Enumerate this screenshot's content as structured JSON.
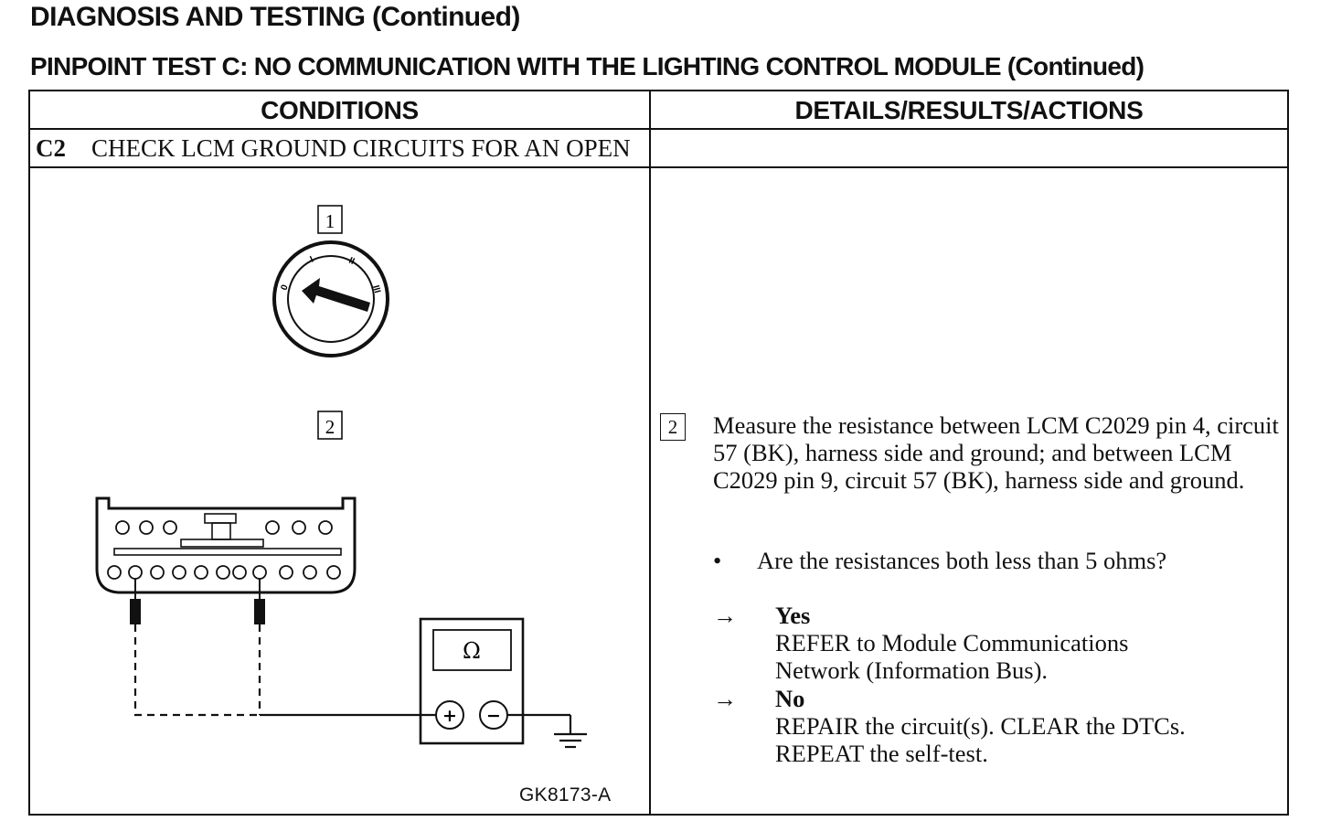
{
  "header": {
    "title": "DIAGNOSIS AND TESTING (Continued)",
    "subtitle": "PINPOINT TEST C:  NO COMMUNICATION WITH THE LIGHTING CONTROL MODULE (Continued)"
  },
  "table": {
    "col_conditions": "CONDITIONS",
    "col_details": "DETAILS/RESULTS/ACTIONS",
    "step_id": "C2",
    "step_title": "CHECK LCM GROUND CIRCUITS FOR AN OPEN"
  },
  "diagram": {
    "callout_1": "1",
    "callout_2": "2",
    "switch_positions": [
      "0",
      "I",
      "II",
      "III"
    ],
    "meter_symbol": "Ω",
    "plus": "+",
    "minus": "−",
    "figure_id": "GK8173-A"
  },
  "details": {
    "step_num": "2",
    "instruction": "Measure the resistance between LCM C2029 pin 4, circuit 57 (BK), harness side and ground; and between LCM C2029 pin 9, circuit 57 (BK), harness side and ground.",
    "question": "Are the resistances both less than 5 ohms?",
    "bullet": "•",
    "arrow": "→",
    "yes_label": "Yes",
    "yes_action": "REFER to Module Communications Network (Information Bus).",
    "no_label": "No",
    "no_action": "REPAIR the circuit(s). CLEAR the DTCs. REPEAT the self-test."
  }
}
